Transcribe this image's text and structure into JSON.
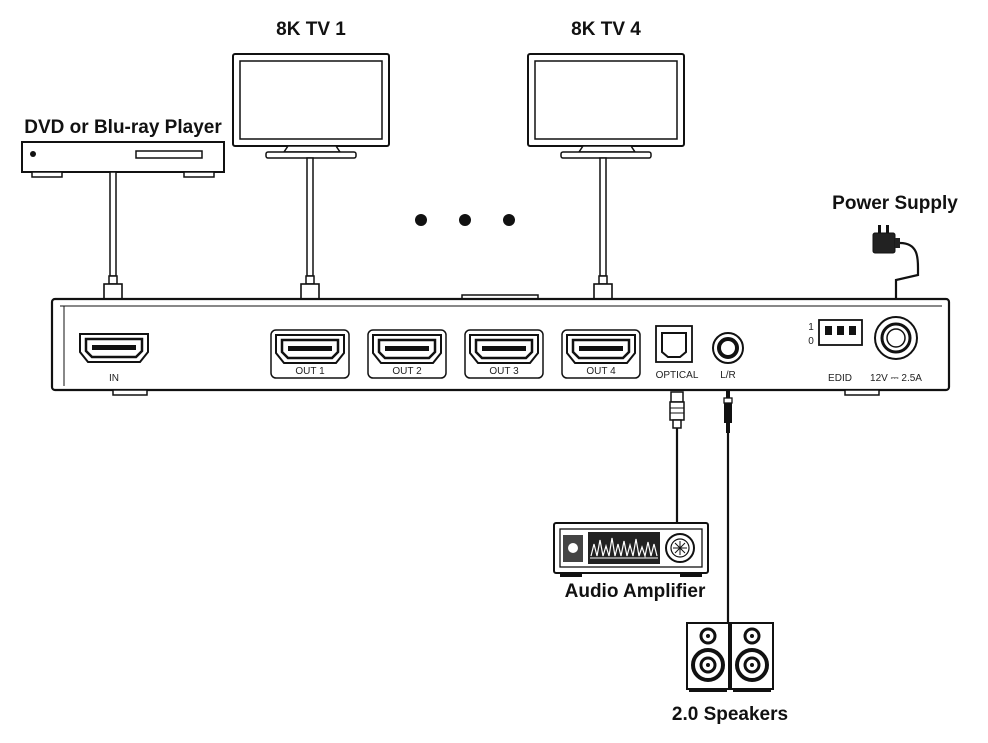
{
  "labels": {
    "tv1": "8K TV 1",
    "tv4": "8K TV 4",
    "source": "DVD or Blu-ray Player",
    "power": "Power Supply",
    "amplifier": "Audio Amplifier",
    "speakers": "2.0 Speakers"
  },
  "ports": {
    "in": "IN",
    "out1": "OUT 1",
    "out2": "OUT 2",
    "out3": "OUT 3",
    "out4": "OUT 4",
    "optical": "OPTICAL",
    "lr": "L/R",
    "edid": "EDID",
    "dc": "12V ⎓ 2.5A",
    "switch_on": "1",
    "switch_off": "0"
  },
  "icons": [
    "tv-icon",
    "dvd-player-icon",
    "power-adapter-icon",
    "amplifier-icon",
    "speaker-icon",
    "hdmi-port-icon",
    "ellipsis-icon"
  ]
}
